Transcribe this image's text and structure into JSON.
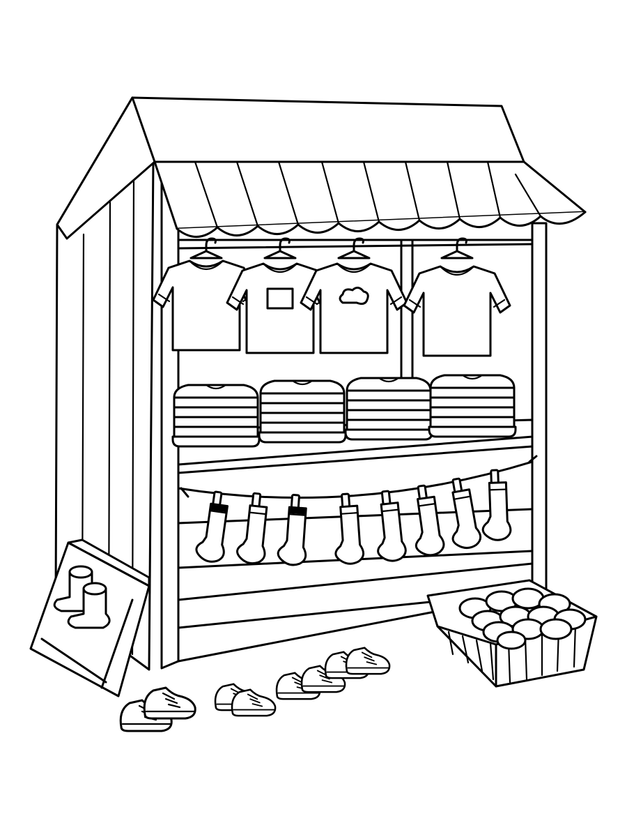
{
  "scene": {
    "subject": "clothing-market-stall",
    "style": "black-and-white line art",
    "colors": {
      "line": "#000000",
      "background": "#ffffff"
    }
  },
  "stall": {
    "awning_stripes": 9,
    "hanging_shirts": [
      "plain",
      "pocket-print",
      "cloud-print",
      "plain"
    ],
    "folded_stacks": 4,
    "socks_on_line": 8
  },
  "ground": {
    "crate_socks": 2,
    "shoe_pairs": 4,
    "basket_rolls": 12
  }
}
